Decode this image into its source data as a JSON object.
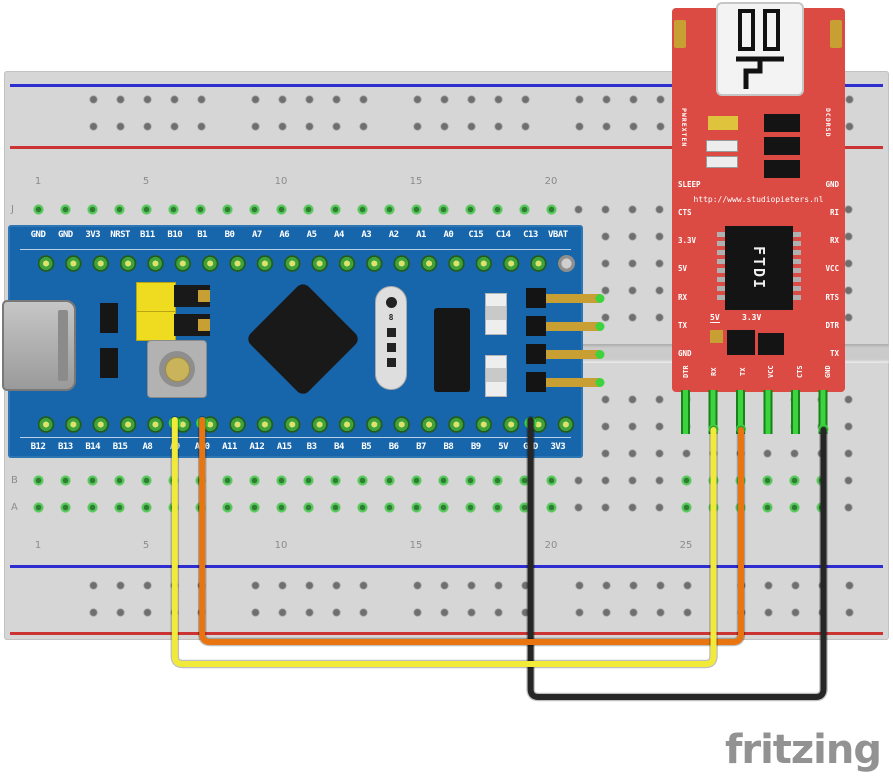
{
  "page": {
    "logo_text": "fritzing"
  },
  "breadboard": {
    "row_letter_top": "J",
    "row_letter_b": "B",
    "row_letter_a": "A",
    "column_numbers_top": [
      "1",
      "5",
      "10",
      "15",
      "20"
    ],
    "column_numbers_bottom": [
      "1",
      "5",
      "10",
      "15",
      "20",
      "25"
    ],
    "colors": {
      "board": "#d6d6d6",
      "rail_blue": "#2d2dd0",
      "rail_red": "#cc3333",
      "connection_green": "#3fd23f"
    }
  },
  "bluepill": {
    "pcb_color": "#1766ab",
    "top_pins": [
      "GND",
      "GND",
      "3V3",
      "NRST",
      "B11",
      "B10",
      "B1",
      "B0",
      "A7",
      "A6",
      "A5",
      "A4",
      "A3",
      "A2",
      "A1",
      "A0",
      "C15",
      "C14",
      "C13",
      "VBAT"
    ],
    "bottom_pins": [
      "B12",
      "B13",
      "B14",
      "B15",
      "A8",
      "A9",
      "A10",
      "A11",
      "A12",
      "A15",
      "B3",
      "B4",
      "B5",
      "B6",
      "B7",
      "B8",
      "B9",
      "5V",
      "GND",
      "3V3"
    ],
    "crystal_label": "8"
  },
  "ftdi": {
    "pcb_color": "#dc4a44",
    "url_text": "http://www.studiopieters.nl",
    "vertical_label_left": "PWREXTEN",
    "vertical_label_right": "DCDRSD",
    "left_labels": [
      "SLEEP",
      "CTS",
      "3.3V",
      "5V",
      "RX",
      "TX",
      "GND"
    ],
    "right_labels": [
      "GND",
      "RI",
      "RX",
      "VCC",
      "RTS",
      "DTR",
      "TX"
    ],
    "bottom_labels": [
      "DTR",
      "RX",
      "TX",
      "VCC",
      "CTS",
      "GND"
    ],
    "chip_label": "FTDI",
    "voltage_jumper": {
      "left": "5V",
      "right": "3.3V"
    }
  },
  "wires": [
    {
      "name": "yellow-wire",
      "color": "#f2ea3a",
      "from": "Blue Pill A9",
      "to": "FTDI RX"
    },
    {
      "name": "orange-wire",
      "color": "#e8750f",
      "from": "Blue Pill A10",
      "to": "FTDI TX"
    },
    {
      "name": "black-wire",
      "color": "#262626",
      "from": "Blue Pill GND",
      "to": "FTDI GND"
    }
  ]
}
